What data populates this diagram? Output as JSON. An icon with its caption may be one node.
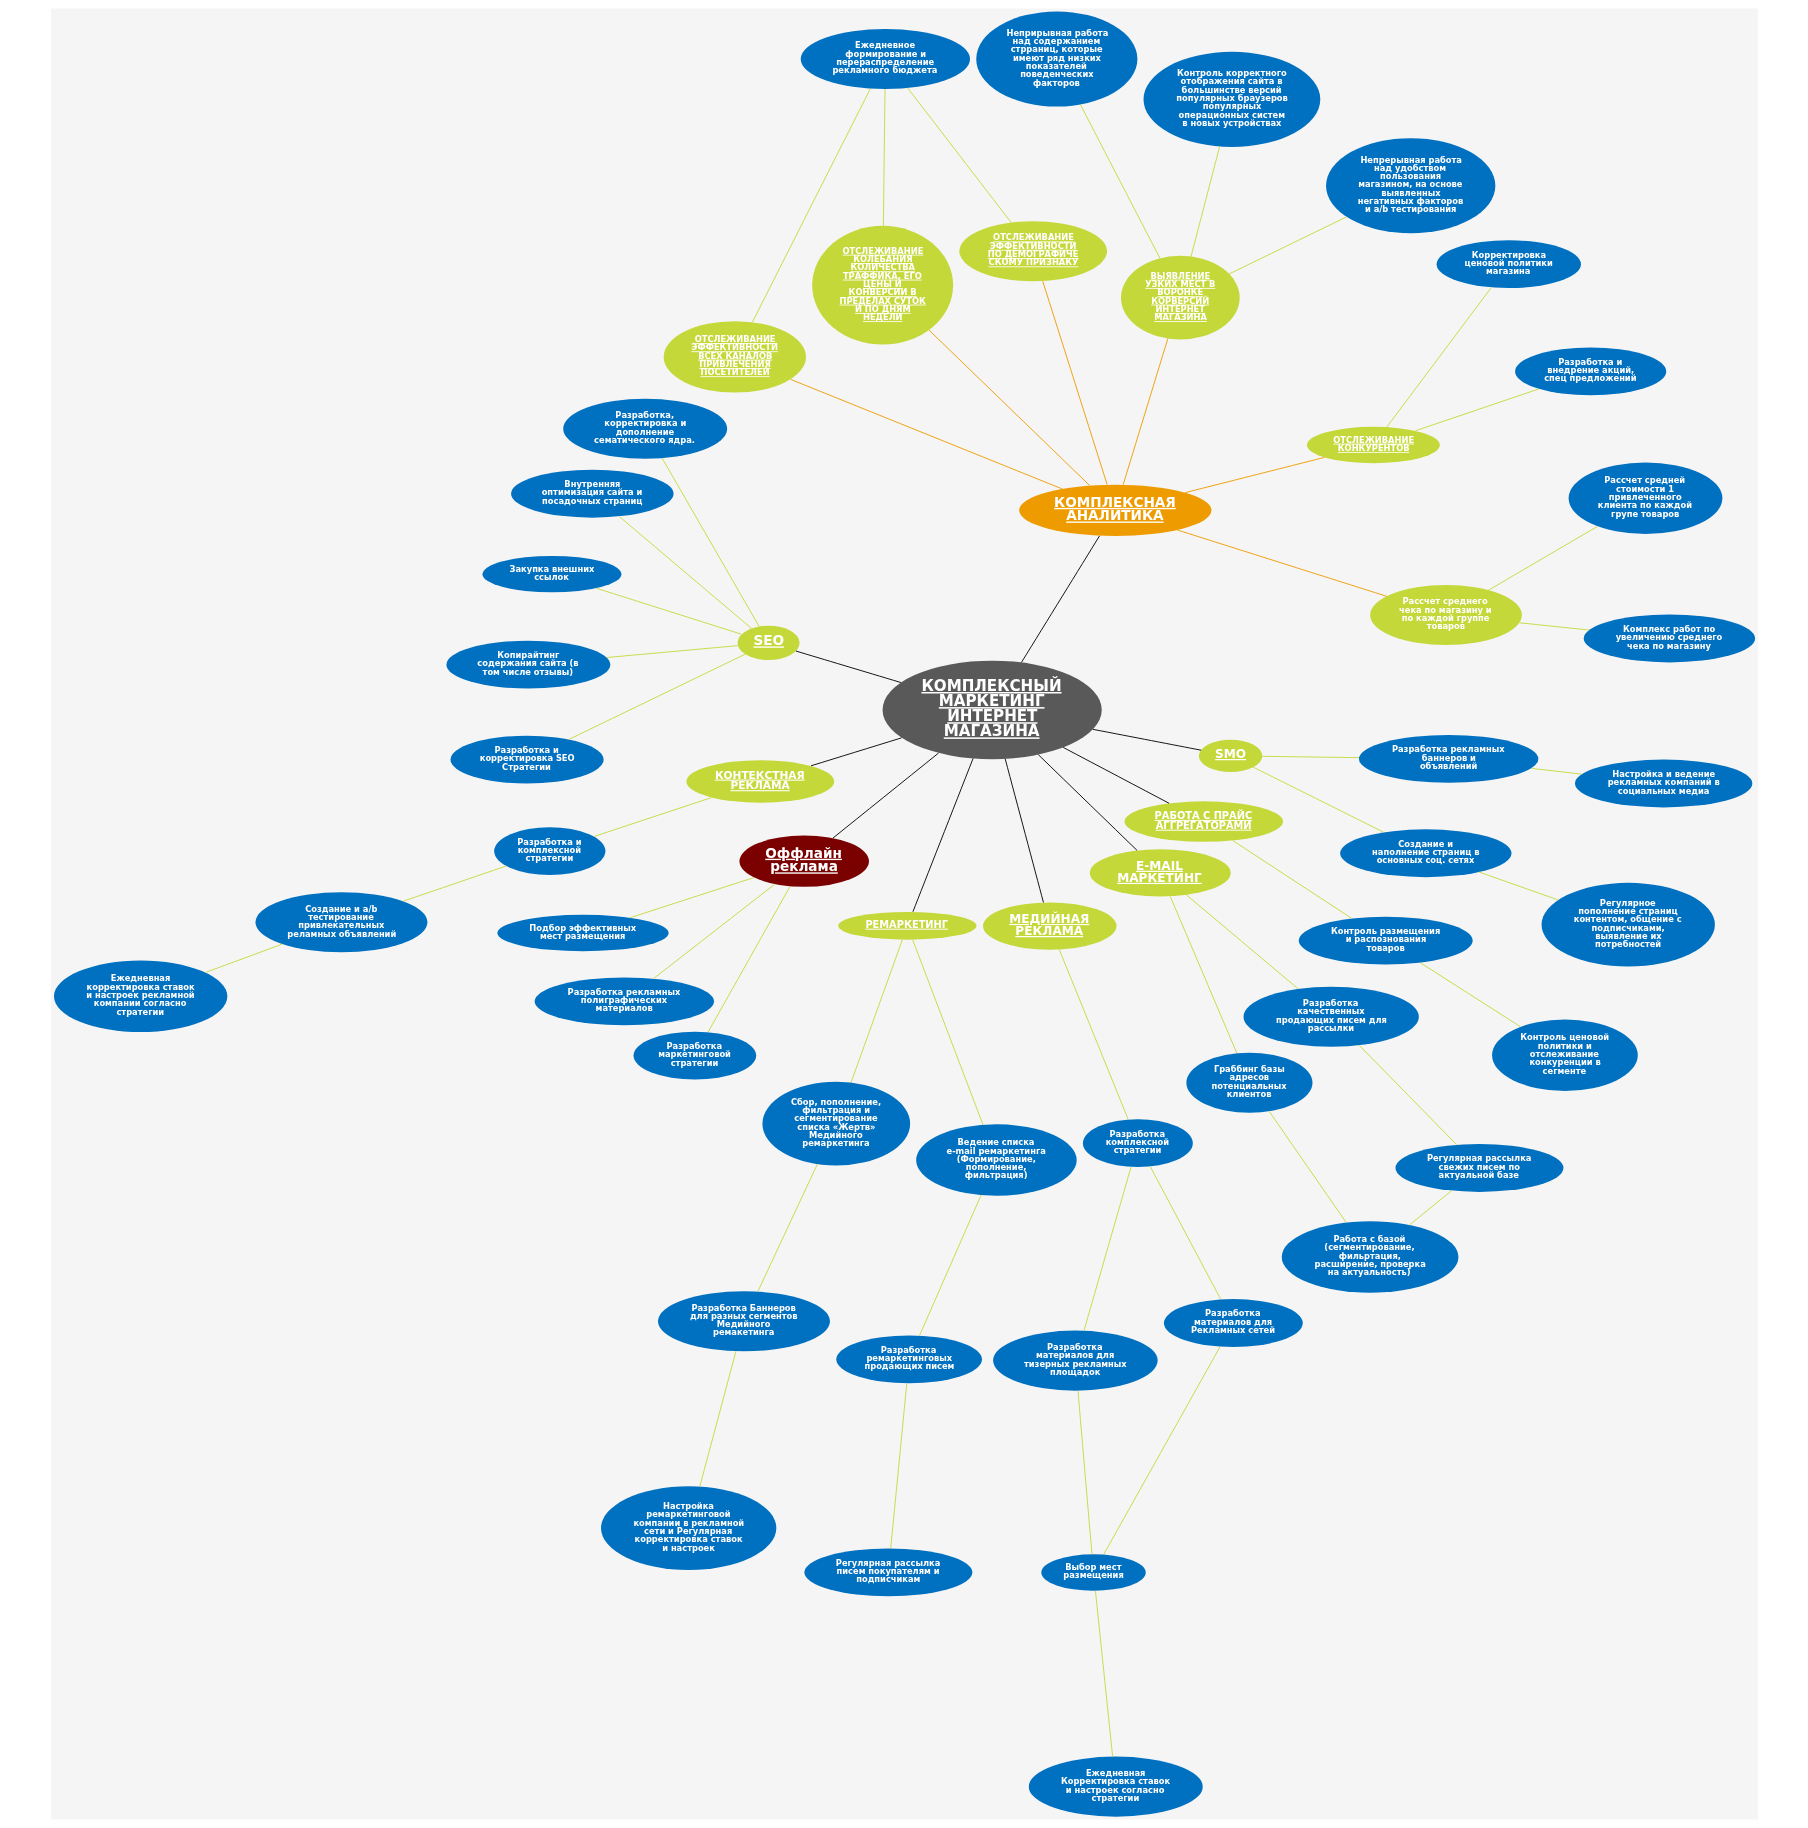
{
  "diagram": {
    "nodes": [
      {
        "text": [
          "КОМПЛЕКСНЫЙ МАРКЕТИНГ ИНТЕРНЕТ МАГАЗИНА"
        ]
      },
      {
        "text": [
          "КОМПЛЕКСНАЯ АНАЛИТИКА"
        ]
      },
      {
        "text": [
          "Рассчет среднего чека по магазину и по каждой группе товаров"
        ]
      },
      {
        "text": [
          "Комплекс работ по увеличению среднего чека по магазину"
        ]
      },
      {
        "text": [
          "Рассчет средней стоимости 1 привлеченного клиента по каждой групе товаров"
        ]
      },
      {
        "text": [
          "ОТСЛЕЖИВАНИЕ КОНКУРЕНТОВ"
        ]
      },
      {
        "text": [
          "Разработка и внедрение акций, спец предложений"
        ]
      },
      {
        "text": [
          "Корректировка ценовой политики магазина"
        ]
      },
      {
        "text": [
          "ВЫЯВЛЕНИЕ УЗКИХ МЕСТ В ВОРОНКЕ КОРВЕРСИЙ ИНТЕРНЕТ МАГАЗИНА"
        ]
      },
      {
        "text": [
          "Непрерывная работа над удобством пользования магазином, на основе выявленных негативных факторов и a/b тестирования"
        ]
      },
      {
        "text": [
          "Контроль корректного отображения сайта в большинстве версий популярных браузеров популярных операционных систем в новых устройствах"
        ]
      },
      {
        "text": [
          "Неприрывная работа над содержанием стрраниц, которые имеют ряд низких показателей поведенческих факторов"
        ]
      },
      {
        "text": [
          "ОТСЛЕЖИВАНИЕ ЭФФЕКТИВНОСТИ ПО ДЕМОГРАФИЧЕСКОМУ ПРИЗНАКУ"
        ]
      },
      {
        "text": [
          "ОТСЛЕЖИВАНИЕ КОЛЕБАНИЯ КОЛИЧЕСТВА ТРАФФИКА, ЕГО ЦЕНЫ И КОНВЕРСИИ В ПРЕДЕЛАХ СУТОК И ПО ДНЯМ НЕДЕЛИ"
        ]
      },
      {
        "text": [
          "ОТСЛЕЖИВАНИЕ ЭФФЕКТИВНОСТИ ВСЕХ КАНАЛОВ ПРИВЛЕЧЕНИЯ ПОСЕТИТЕЛЕЙ"
        ]
      },
      {
        "text": [
          "Ежедневное формирование и перераспределение рекламного бюджета"
        ]
      },
      {
        "text": [
          "SEO"
        ]
      },
      {
        "text": [
          "Разработка, корректировка и дополнение сематического ядра."
        ]
      },
      {
        "text": [
          "Внутренняя оптимизация сайта и посадочных страниц"
        ]
      },
      {
        "text": [
          "Закупка внешних ссылок"
        ]
      },
      {
        "text": [
          "Копирайтинг содержания сайта (в том числе отзывы)"
        ]
      },
      {
        "text": [
          "Разработка и корректировка SEO Стратегии"
        ]
      },
      {
        "text": [
          "КОНТЕКСТНАЯ РЕКЛАМА"
        ]
      },
      {
        "text": [
          "Разработка и комплексной стратегии"
        ]
      },
      {
        "text": [
          "Создание и a/b тестирование привлекательных реламных объявлений"
        ]
      },
      {
        "text": [
          "Ежедневная корректировка ставок и настроек рекламной компании согласно стратегии"
        ]
      },
      {
        "text": [
          "Оффлайн реклама"
        ]
      },
      {
        "text": [
          "Подбор эффективных мест размещения"
        ]
      },
      {
        "text": [
          "Разработка рекламных полиграфических материалов"
        ]
      },
      {
        "text": [
          "Разработка маркетинговой стратегии"
        ]
      },
      {
        "text": [
          "РЕМАРКЕТИНГ"
        ]
      },
      {
        "text": [
          "Сбор, пополнение, фильтрация и сегментирование списка «Жертв» Медийного ремаркетинга"
        ]
      },
      {
        "text": [
          "Разработка Баннеров для разных сегментов Медийного ремакетинга"
        ]
      },
      {
        "text": [
          "Настройка ремаркетинговой компании в рекламной сети и Регулярная корректировка ставок и настроек"
        ]
      },
      {
        "text": [
          "Ведение списка e-mail ремаркетинга (Формирование, пополнение, фильтрация)"
        ]
      },
      {
        "text": [
          "Разработка ремаркетинговых продающих писем"
        ]
      },
      {
        "text": [
          "Регулярная рассылка писем покупателям и подписчикам"
        ]
      },
      {
        "text": [
          "МЕДИЙНАЯ РЕКЛАМА"
        ]
      },
      {
        "text": [
          "Разработка комплексной стратегии"
        ]
      },
      {
        "text": [
          "Разработка материалов для тизерных рекламных площадок"
        ]
      },
      {
        "text": [
          "Выбор мест размещения"
        ]
      },
      {
        "text": [
          "Разработка материалов для Рекламных сетей"
        ]
      },
      {
        "text": [
          "Ежедневная Корректировка ставок и настроек согласно стратегии"
        ]
      },
      {
        "text": [
          "E-MAIL МАРКЕТИНГ"
        ]
      },
      {
        "text": [
          "Граббинг базы адресов потенциальных клиентов"
        ]
      },
      {
        "text": [
          "Работа с базой (сегментирование, фильртация, расширение, проверка на актуальность)"
        ]
      },
      {
        "text": [
          "Разработка качественных продающих писем для рассылки"
        ]
      },
      {
        "text": [
          "Регулярная рассылка свежих писем по актуальной базе"
        ]
      },
      {
        "text": [
          "РАБОТА С ПРАЙС АГГРЕГАТОРАМИ"
        ]
      },
      {
        "text": [
          "Контроль размещения и распознования товаров"
        ]
      },
      {
        "text": [
          "Контроль ценовой политики и отслеживание конкуренции в сегменте"
        ]
      },
      {
        "text": [
          "SMO"
        ]
      },
      {
        "text": [
          "Создание и наполнение страниц в основных соц. сетях"
        ]
      },
      {
        "text": [
          "Регулярное пополнение страниц контентом, общение с подписчиками, выявление их потребностей"
        ]
      },
      {
        "text": [
          "Разработка рекламных баннеров и объявлений"
        ]
      },
      {
        "text": [
          "Настройка и ведение рекламных компаний в социальных медиа"
        ]
      }
    ],
    "edges": [
      {
        "from": 0,
        "to": 1,
        "arrow": "none",
        "color": "#000000"
      },
      {
        "from": 0,
        "to": 16,
        "arrow": "none",
        "color": "#000000"
      },
      {
        "from": 0,
        "to": 22,
        "arrow": "none",
        "color": "#000000"
      },
      {
        "from": 0,
        "to": 26,
        "arrow": "none",
        "color": "#000000"
      },
      {
        "from": 0,
        "to": 30,
        "arrow": "none",
        "color": "#000000"
      },
      {
        "from": 0,
        "to": 37,
        "arrow": "none",
        "color": "#000000"
      },
      {
        "from": 0,
        "to": 43,
        "arrow": "none",
        "color": "#000000"
      },
      {
        "from": 0,
        "to": 48,
        "arrow": "none",
        "color": "#000000"
      },
      {
        "from": 0,
        "to": 51,
        "arrow": "none",
        "color": "#000000"
      },
      {
        "from": 1,
        "to": 2,
        "arrow": "none",
        "color": "#ee9b00"
      },
      {
        "from": 1,
        "to": 5,
        "arrow": "none",
        "color": "#ee9b00"
      },
      {
        "from": 1,
        "to": 8,
        "arrow": "none",
        "color": "#ee9b00"
      },
      {
        "from": 1,
        "to": 12,
        "arrow": "none",
        "color": "#ee9b00"
      },
      {
        "from": 1,
        "to": 13,
        "arrow": "none",
        "color": "#ee9b00"
      },
      {
        "from": 1,
        "to": 14,
        "arrow": "none",
        "color": "#ee9b00"
      },
      {
        "from": 2,
        "to": 3,
        "arrow": "none"
      },
      {
        "from": 2,
        "to": 4,
        "arrow": "none"
      },
      {
        "from": 5,
        "to": 6,
        "arrow": "none"
      },
      {
        "from": 5,
        "to": 7,
        "arrow": "none"
      },
      {
        "from": 8,
        "to": 9,
        "arrow": "none"
      },
      {
        "from": 8,
        "to": 10,
        "arrow": "none"
      },
      {
        "from": 8,
        "to": 11,
        "arrow": "none"
      },
      {
        "from": 12,
        "to": 15,
        "arrow": "none"
      },
      {
        "from": 13,
        "to": 15,
        "arrow": "none"
      },
      {
        "from": 14,
        "to": 15,
        "arrow": "none"
      },
      {
        "from": 16,
        "to": 17,
        "arrow": "none"
      },
      {
        "from": 16,
        "to": 18,
        "arrow": "none"
      },
      {
        "from": 16,
        "to": 19,
        "arrow": "none"
      },
      {
        "from": 16,
        "to": 20,
        "arrow": "none"
      },
      {
        "from": 16,
        "to": 21,
        "arrow": "none"
      },
      {
        "from": 22,
        "to": 23,
        "arrow": "none"
      },
      {
        "from": 23,
        "to": 24,
        "arrow": "none"
      },
      {
        "from": 24,
        "to": 25,
        "arrow": "none"
      },
      {
        "from": 26,
        "to": 27,
        "arrow": "none"
      },
      {
        "from": 26,
        "to": 28,
        "arrow": "none"
      },
      {
        "from": 26,
        "to": 29,
        "arrow": "none"
      },
      {
        "from": 30,
        "to": 31,
        "arrow": "none"
      },
      {
        "from": 31,
        "to": 32,
        "arrow": "none"
      },
      {
        "from": 32,
        "to": 33,
        "arrow": "none"
      },
      {
        "from": 30,
        "to": 34,
        "arrow": "none"
      },
      {
        "from": 34,
        "to": 35,
        "arrow": "none"
      },
      {
        "from": 35,
        "to": 36,
        "arrow": "none"
      },
      {
        "from": 37,
        "to": 38,
        "arrow": "none"
      },
      {
        "from": 38,
        "to": 39,
        "arrow": "none"
      },
      {
        "from": 39,
        "to": 40,
        "arrow": "none"
      },
      {
        "from": 38,
        "to": 41,
        "arrow": "none"
      },
      {
        "from": 40,
        "to": 41,
        "arrow": "none"
      },
      {
        "from": 40,
        "to": 42,
        "arrow": "none"
      },
      {
        "from": 43,
        "to": 44,
        "arrow": "none"
      },
      {
        "from": 44,
        "to": 45,
        "arrow": "none"
      },
      {
        "from": 43,
        "to": 46,
        "arrow": "none"
      },
      {
        "from": 46,
        "to": 47,
        "arrow": "none"
      },
      {
        "from": 45,
        "to": 47,
        "arrow": "none"
      },
      {
        "from": 48,
        "to": 49,
        "arrow": "none"
      },
      {
        "from": 49,
        "to": 50,
        "arrow": "none"
      },
      {
        "from": 51,
        "to": 52,
        "arrow": "none"
      },
      {
        "from": 52,
        "to": 53,
        "arrow": "none"
      },
      {
        "from": 51,
        "to": 54,
        "arrow": "none"
      },
      {
        "from": 54,
        "to": 55,
        "arrow": "none"
      }
    ]
  }
}
